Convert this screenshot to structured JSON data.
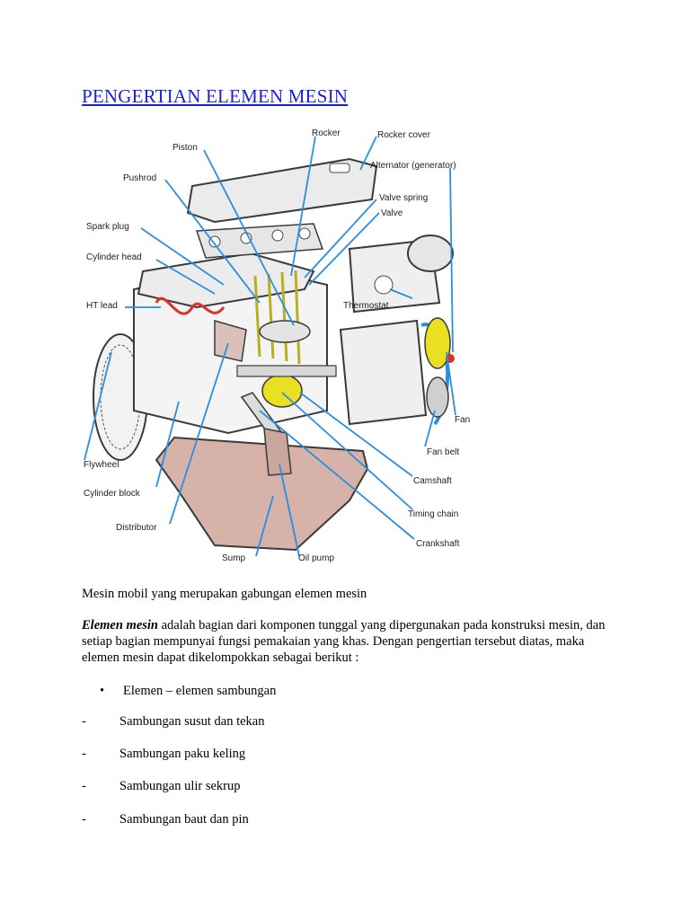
{
  "title": "PENGERTIAN ELEMEN MESIN",
  "figure": {
    "labels": {
      "rocker": "Rocker",
      "rocker_cover": "Rocker cover",
      "piston": "Piston",
      "alternator": "Alternator (generator)",
      "pushrod": "Pushrod",
      "valve_spring": "Valve spring",
      "valve": "Valve",
      "spark_plug": "Spark plug",
      "cylinder_head": "Cylinder head",
      "ht_lead": "HT lead",
      "thermostat": "Thermostat",
      "fan": "Fan",
      "fan_belt": "Fan belt",
      "flywheel": "Flywheel",
      "camshaft": "Camshaft",
      "cylinder_block": "Cylinder block",
      "timing_chain": "Timing chain",
      "distributor": "Distributor",
      "crankshaft": "Crankshaft",
      "sump": "Sump",
      "oil_pump": "Oil pump"
    },
    "colors": {
      "leader": "#2a8fe0",
      "highlight_yellow": "#e8e020",
      "highlight_red": "#d8322a",
      "sump_fill": "#d7b2a8",
      "outline": "#3a3a3a"
    }
  },
  "caption": "Mesin mobil yang merupakan gabungan elemen mesin",
  "paragraph": {
    "lead": "Elemen mesin",
    "text": " adalah bagian dari komponen tunggal yang dipergunakan pada konstruksi mesin, dan setiap bagian mempunyai fungsi pemakaian yang khas. Dengan pengertian tersebut diatas, maka elemen mesin dapat dikelompokkan sebagai berikut :"
  },
  "bullet": {
    "symbol": "•",
    "text": "Elemen – elemen sambungan"
  },
  "items": [
    {
      "symbol": "-",
      "text": "Sambungan susut dan tekan"
    },
    {
      "symbol": "-",
      "text": "Sambungan paku keling"
    },
    {
      "symbol": "-",
      "text": "Sambungan ulir sekrup"
    },
    {
      "symbol": "-",
      "text": "Sambungan baut dan pin"
    }
  ]
}
